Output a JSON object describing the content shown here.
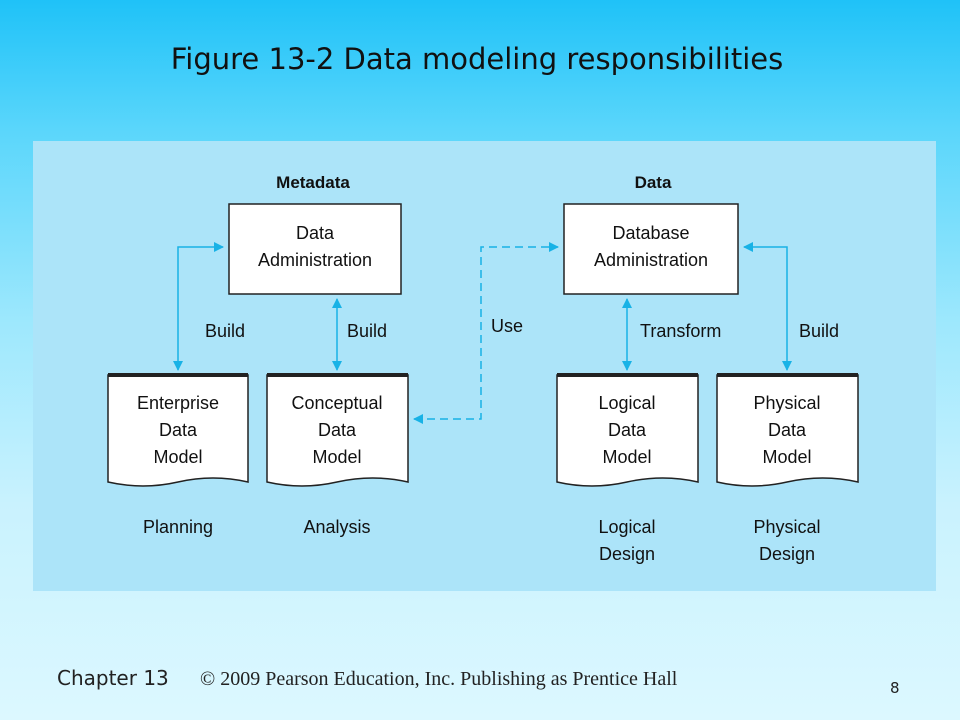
{
  "title": "Figure 13-2 Data modeling responsibilities",
  "diagram": {
    "headings": {
      "metadata": "Metadata",
      "data": "Data"
    },
    "boxes": {
      "data_admin": [
        "Data",
        "Administration"
      ],
      "db_admin": [
        "Database",
        "Administration"
      ]
    },
    "documents": {
      "enterprise": [
        "Enterprise",
        "Data",
        "Model"
      ],
      "conceptual": [
        "Conceptual",
        "Data",
        "Model"
      ],
      "logical": [
        "Logical",
        "Data",
        "Model"
      ],
      "physical": [
        "Physical",
        "Data",
        "Model"
      ]
    },
    "arrow_labels": {
      "build_1": "Build",
      "build_2": "Build",
      "use": "Use",
      "transform": "Transform",
      "build_3": "Build"
    },
    "captions": {
      "planning": "Planning",
      "analysis": "Analysis",
      "logical": [
        "Logical",
        "Design"
      ],
      "physical": [
        "Physical",
        "Design"
      ]
    },
    "colors": {
      "arrow": "#18b2e6",
      "panel": "#ace4f9",
      "box_fill": "#ffffff",
      "stroke": "#222222"
    }
  },
  "footer": {
    "chapter": "Chapter 13",
    "copyright": "© 2009 Pearson Education, Inc.  Publishing as Prentice Hall",
    "page": "8"
  }
}
